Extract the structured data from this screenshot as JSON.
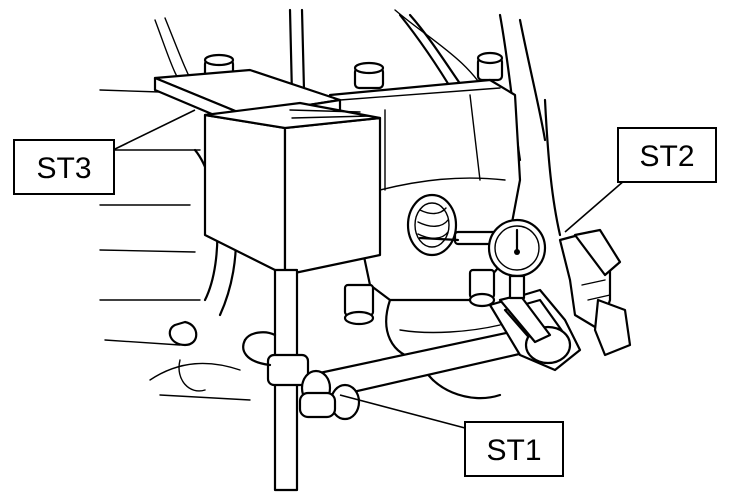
{
  "callouts": {
    "st1": "ST1",
    "st2": "ST2",
    "st3": "ST3"
  }
}
